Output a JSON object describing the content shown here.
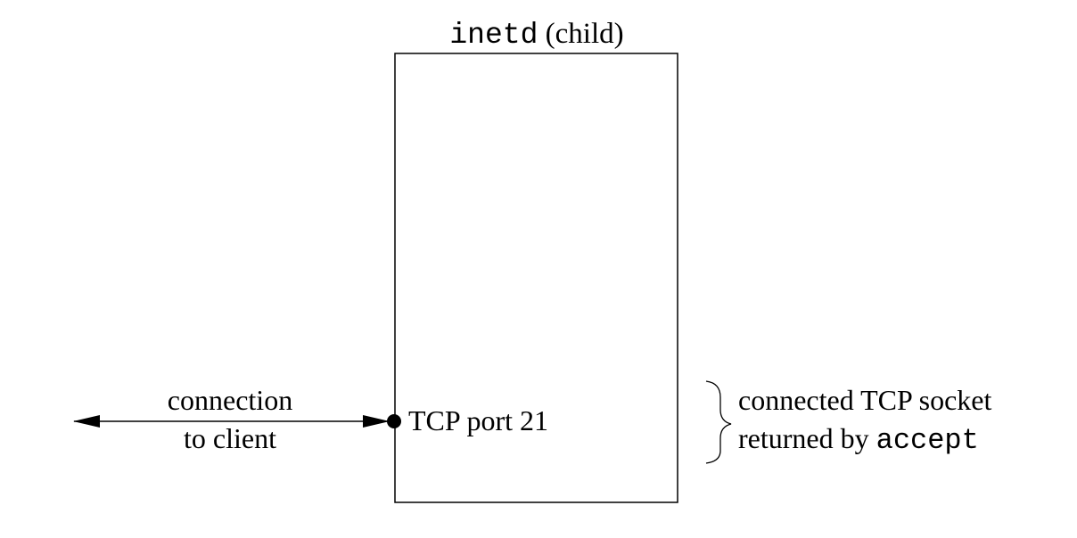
{
  "process_box": {
    "title_code": "inetd",
    "title_suffix": " (child)"
  },
  "port": {
    "label": "TCP port 21"
  },
  "connection": {
    "line1": "connection",
    "line2": "to client"
  },
  "annotation": {
    "line1": "connected TCP socket",
    "line2_prefix": "returned by ",
    "line2_code": "accept"
  },
  "colors": {
    "stroke": "#000000",
    "background": "#ffffff"
  }
}
